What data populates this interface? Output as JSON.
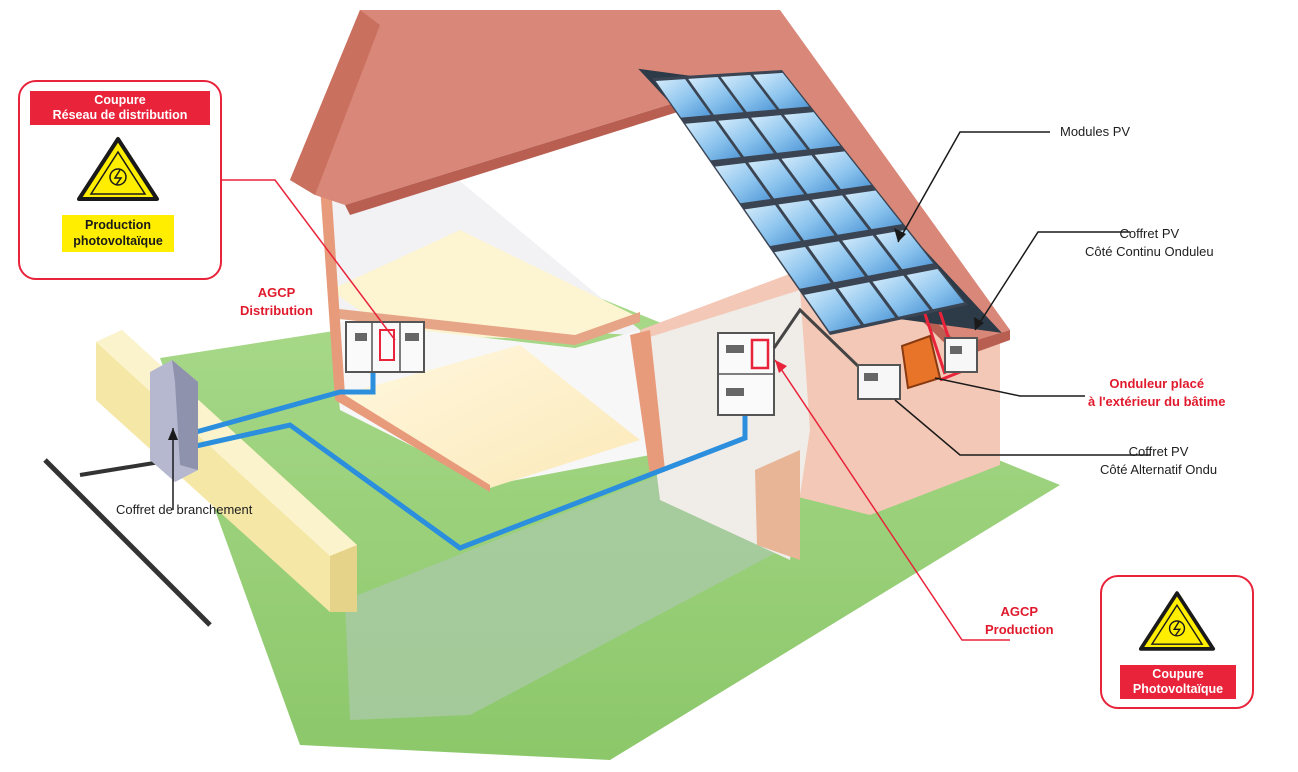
{
  "labels": {
    "modules_pv": "Modules PV",
    "coffret_continu_l1": "Coffret PV",
    "coffret_continu_l2": "Côté Continu Onduleu",
    "onduleur_l1": "Onduleur placé",
    "onduleur_l2": "à l'extérieur du bâtime",
    "coffret_alternatif_l1": "Coffret PV",
    "coffret_alternatif_l2": "Côté Alternatif Ondu",
    "agcp_distribution_l1": "AGCP",
    "agcp_distribution_l2": "Distribution",
    "agcp_production_l1": "AGCP",
    "agcp_production_l2": "Production",
    "coffret_branchement": "Coffret de branchement"
  },
  "warning_distribution": {
    "title_l1": "Coupure",
    "title_l2": "Réseau de distribution",
    "subtitle_l1": "Production",
    "subtitle_l2": "photovoltaïque"
  },
  "warning_pv": {
    "title_l1": "Coupure",
    "title_l2": "Photovoltaïque"
  },
  "colors": {
    "roof": "#d8877a",
    "wall": "#f1c2ae",
    "lawn": "#9fd07a",
    "cable_blue": "#2b8fde",
    "accent_red": "#e8233a",
    "warning_yellow": "#ffee00",
    "panel_blue": "#8fc8f0",
    "inverter_orange": "#e8742a"
  }
}
